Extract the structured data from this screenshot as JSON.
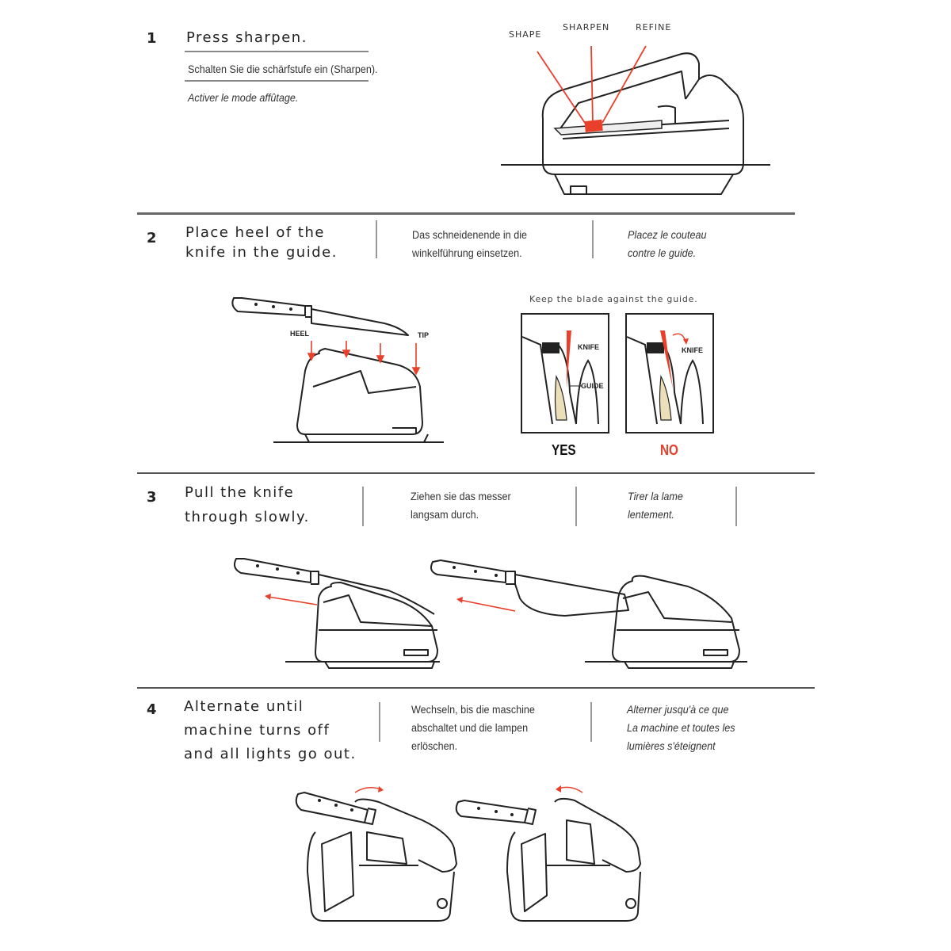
{
  "step1": {
    "number": "1",
    "en": "Press sharpen.",
    "de": "Schalten Sie die schärfstufe ein (Sharpen).",
    "fr": "Activer le mode affûtage.",
    "labels": {
      "shape": "SHAPE",
      "sharpen": "SHARPEN",
      "refine": "REFINE"
    }
  },
  "step2": {
    "number": "2",
    "en_line1": "Place heel of the",
    "en_line2": "knife in the guide.",
    "de_line1": "Das schneidenende in die",
    "de_line2": "winkelführung einsetzen.",
    "fr_line1": "Placez le couteau",
    "fr_line2": "contre le guide.",
    "heel": "HEEL",
    "tip": "TIP",
    "keep_note": "Keep the blade against the guide.",
    "knife_label": "KNIFE",
    "guide_label": "GUIDE",
    "yes": "YES",
    "no": "NO"
  },
  "step3": {
    "number": "3",
    "en_line1": "Pull the knife",
    "en_line2": "through slowly.",
    "de_line1": "Ziehen sie das messer",
    "de_line2": "langsam durch.",
    "fr_line1": "Tirer la lame",
    "fr_line2": "lentement."
  },
  "step4": {
    "number": "4",
    "en_line1": "Alternate until",
    "en_line2": "machine turns off",
    "en_line3": "and all lights go out.",
    "de_line1": "Wechseln, bis die maschine",
    "de_line2": "abschaltet und die lampen",
    "de_line3": "erlöschen.",
    "fr_line1": "Alterner jusqu'à ce que",
    "fr_line2": "La machine et toutes les",
    "fr_line3": "lumières s'éteignent"
  },
  "colors": {
    "accent": "#e8402a",
    "line": "#222222",
    "rule": "#777777"
  }
}
